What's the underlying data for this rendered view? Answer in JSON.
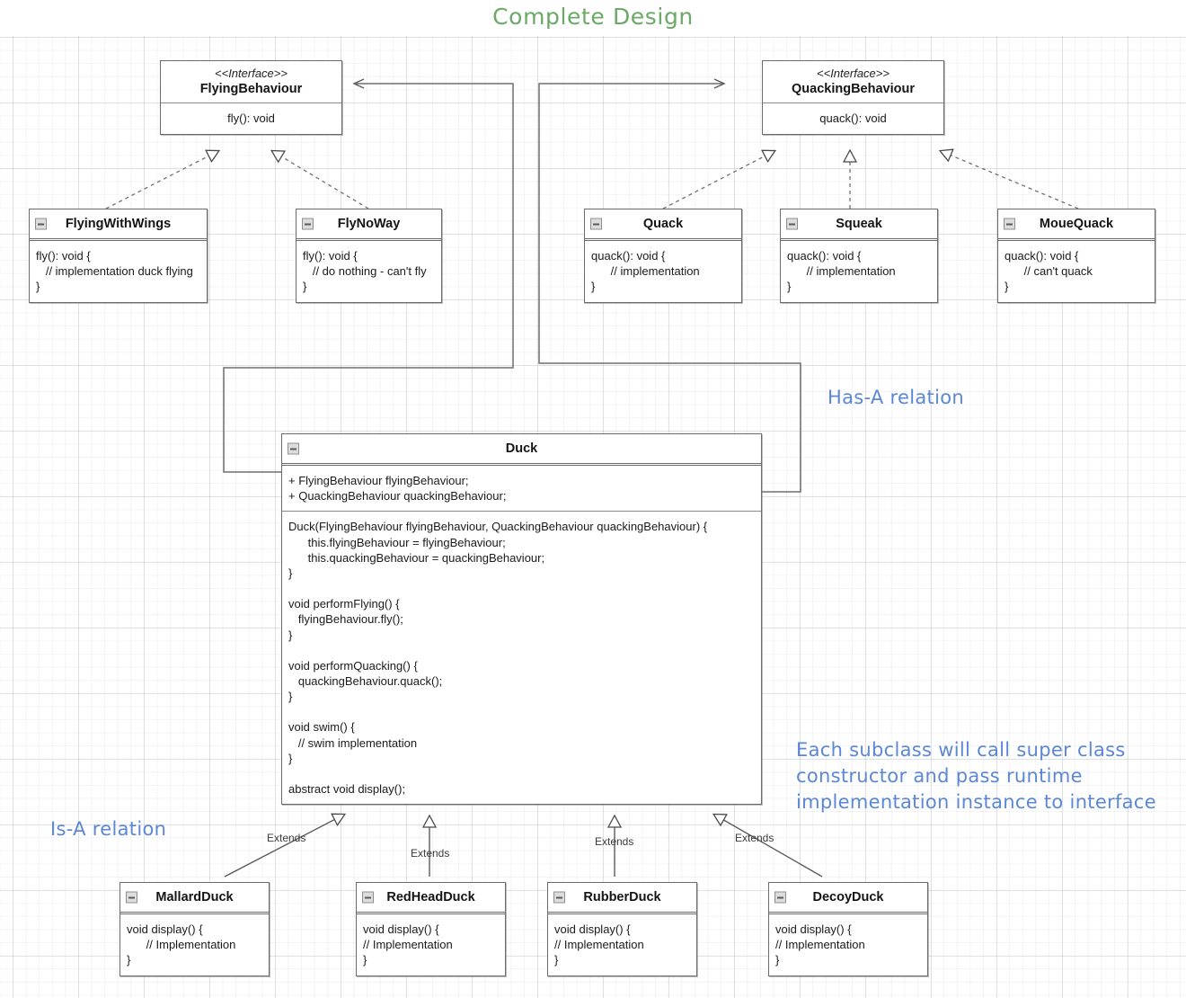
{
  "title": "Complete Design",
  "colors": {
    "title_green": "#6aa966",
    "annotation_blue": "#5b87d6",
    "box_border": "#6b6b6b",
    "grid_line": "#aaafb9",
    "text": "#141414"
  },
  "interfaces": [
    {
      "id": "flying-behaviour",
      "stereotype": "<<Interface>>",
      "name": "FlyingBehaviour",
      "members": "fly(): void"
    },
    {
      "id": "quacking-behaviour",
      "stereotype": "<<Interface>>",
      "name": "QuackingBehaviour",
      "members": "quack(): void"
    }
  ],
  "implementations": [
    {
      "id": "flying-with-wings",
      "name": "FlyingWithWings",
      "body": "fly(): void {\n   // implementation duck flying\n}"
    },
    {
      "id": "fly-no-way",
      "name": "FlyNoWay",
      "body": "fly(): void {\n   // do nothing - can't fly\n}"
    },
    {
      "id": "quack",
      "name": "Quack",
      "body": "quack(): void {\n      // implementation\n}"
    },
    {
      "id": "squeak",
      "name": "Squeak",
      "body": "quack(): void {\n      // implementation\n}"
    },
    {
      "id": "moue-quack",
      "name": "MoueQuack",
      "body": "quack(): void {\n      // can't quack\n}"
    }
  ],
  "duck": {
    "name": "Duck",
    "fields": "+ FlyingBehaviour flyingBehaviour;\n+ QuackingBehaviour quackingBehaviour;",
    "methods": "Duck(FlyingBehaviour flyingBehaviour, QuackingBehaviour quackingBehaviour) {\n      this.flyingBehaviour = flyingBehaviour;\n      this.quackingBehaviour = quackingBehaviour;\n}\n\nvoid performFlying() {\n   flyingBehaviour.fly();\n}\n\nvoid performQuacking() {\n   quackingBehaviour.quack();\n}\n\nvoid swim() {\n   // swim implementation\n}\n\nabstract void display();"
  },
  "subclasses": [
    {
      "id": "mallard-duck",
      "name": "MallardDuck",
      "body": "void display() {\n      // Implementation\n}"
    },
    {
      "id": "red-head-duck",
      "name": "RedHeadDuck",
      "body": "void display() {\n// Implementation\n}"
    },
    {
      "id": "rubber-duck",
      "name": "RubberDuck",
      "body": "void display() {\n// Implementation\n}"
    },
    {
      "id": "decoy-duck",
      "name": "DecoyDuck",
      "body": "void display() {\n// Implementation\n}"
    }
  ],
  "edge_labels": {
    "extends": "Extends",
    "items": [
      "Extends",
      "Extends",
      "Extends",
      "Extends"
    ]
  },
  "annotations": [
    {
      "id": "has-a",
      "text": "Has-A relation"
    },
    {
      "id": "is-a",
      "text": "Is-A relation"
    },
    {
      "id": "subclass-note",
      "text": "Each subclass will call super class\nconstructor and pass runtime\nimplementation instance to interface"
    }
  ]
}
